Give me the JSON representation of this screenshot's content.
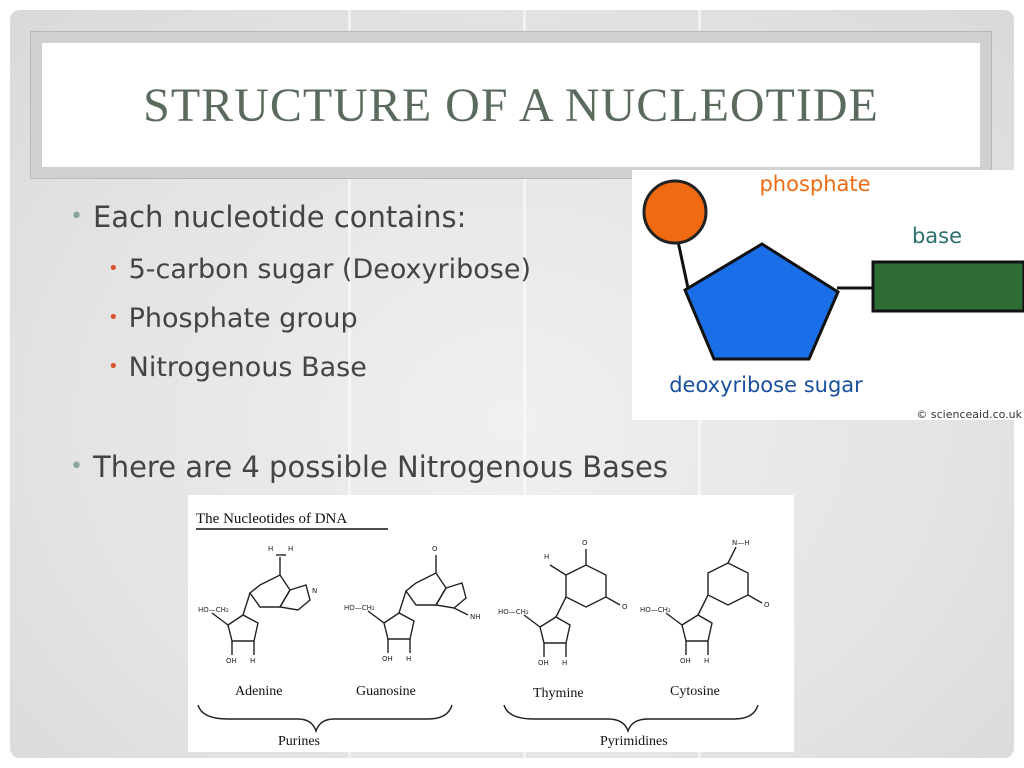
{
  "slide": {
    "title": "STRUCTURE OF A NUCLEOTIDE",
    "bullets": [
      {
        "text": "Each nucleotide contains:",
        "level": 1
      },
      {
        "text": "5-carbon sugar (Deoxyribose)",
        "level": 2
      },
      {
        "text": "Phosphate group",
        "level": 2
      },
      {
        "text": "Nitrogenous Base",
        "level": 2
      },
      {
        "text": "There are 4 possible Nitrogenous Bases",
        "level": 1
      }
    ]
  },
  "nucleotide_diagram": {
    "phosphate_label": "phosphate",
    "base_label": "base",
    "sugar_label": "deoxyribose sugar",
    "credit": "© scienceaid.co.uk",
    "colors": {
      "phosphate": "#f06a12",
      "sugar": "#1a6ee8",
      "base": "#2f6d36",
      "label": "#f06a12",
      "base_text": "#2d6e6e",
      "sugar_text": "#1a4fa0"
    }
  },
  "nucleotides_figure": {
    "heading": "The Nucleotides of DNA",
    "names": [
      "Adenine",
      "Guanosine",
      "Thymine",
      "Cytosine"
    ],
    "groups": [
      "Purines",
      "Pyrimidines"
    ]
  },
  "colors": {
    "title": "#5a6b5e",
    "text": "#444444",
    "level1_bullet": "#8aa59a",
    "level2_bullet": "#d9522c"
  }
}
